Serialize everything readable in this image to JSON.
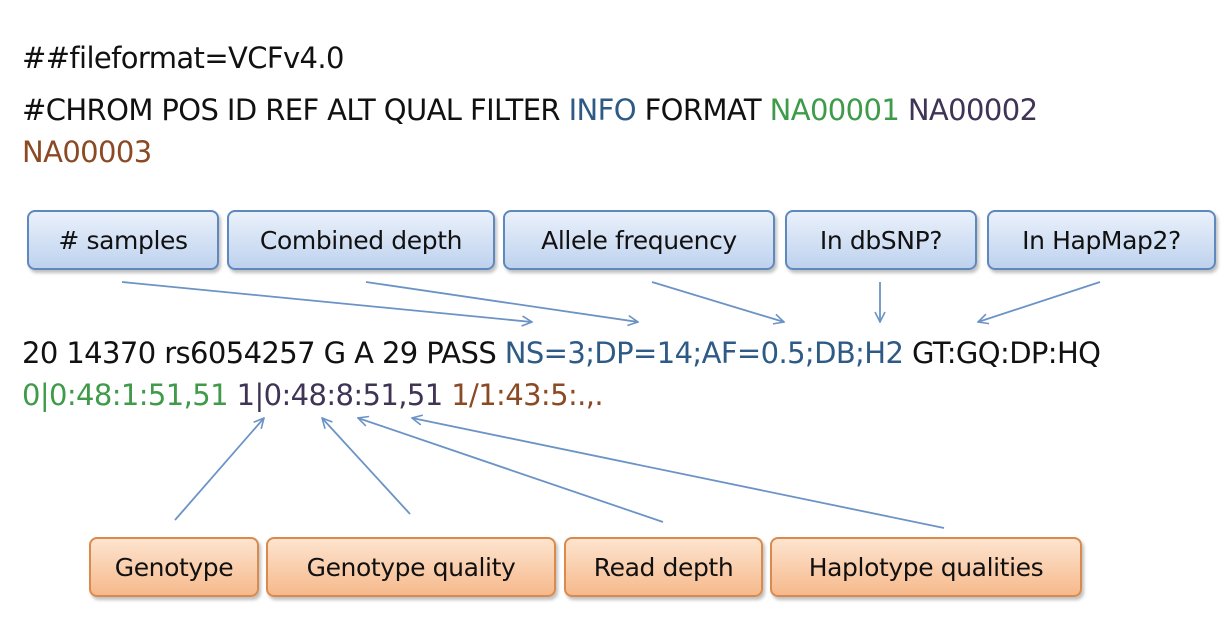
{
  "header": {
    "fileformat": "##fileformat=VCFv4.0",
    "columns_prefix": "#CHROM POS ID REF ALT QUAL FILTER",
    "columns_info": "INFO",
    "columns_format": "FORMAT",
    "columns_sample1": "NA00001",
    "columns_sample2": "NA00002",
    "columns_sample3": "NA00003"
  },
  "info_labels": [
    "# samples",
    "Combined depth",
    "Allele frequency",
    "In dbSNP?",
    "In HapMap2?"
  ],
  "record": {
    "fixed": "20 14370 rs6054257 G A 29 PASS",
    "info": "NS=3;DP=14;AF=0.5;DB;H2",
    "format": "GT:GQ:DP:HQ",
    "sample1": "0|0:48:1:51,51",
    "sample2": "1|0:48:8:51,51",
    "sample3": "1/1:43:5:.,."
  },
  "format_labels": [
    "Genotype",
    "Genotype quality",
    "Read depth",
    "Haplotype qualities"
  ],
  "colors": {
    "info": "#2e5a86",
    "sample1": "#3f9b4a",
    "sample2": "#3f3356",
    "sample3": "#8b4a24",
    "arrow": "#6b93c6",
    "info_box_border": "#5f88bc",
    "format_box_border": "#d98a4c"
  }
}
